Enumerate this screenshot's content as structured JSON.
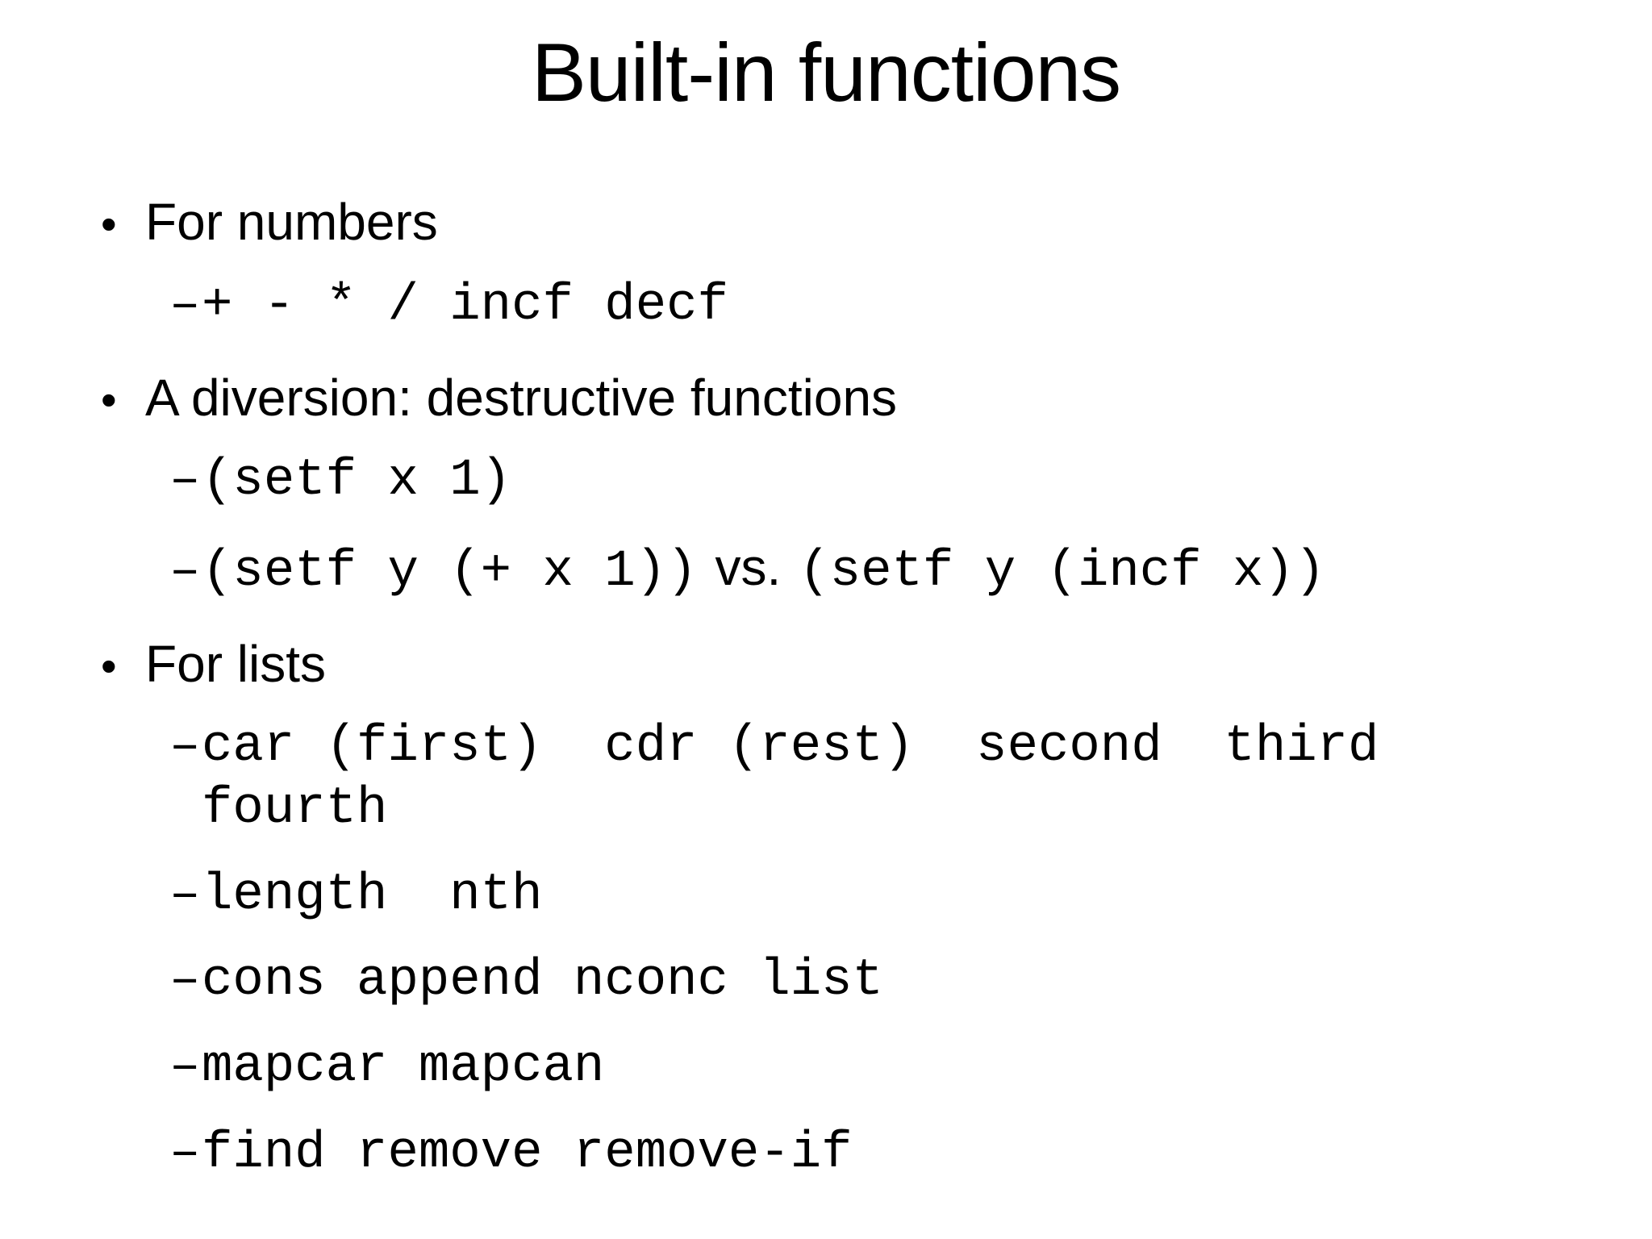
{
  "slide": {
    "title": "Built-in functions",
    "markers": {
      "bullet": "•",
      "dash": "–"
    },
    "sections": {
      "numbers": {
        "label": "For numbers",
        "code": "+ - * / incf decf"
      },
      "diversion": {
        "label": "A diversion: destructive functions",
        "line1": "(setf x 1)",
        "line2_code_a": "(setf y (+ x 1))",
        "line2_vs": "vs.",
        "line2_code_b": "(setf y (incf x))"
      },
      "lists": {
        "label": "For lists",
        "line1": "car (first)  cdr (rest)  second  third\nfourth",
        "line2": "length  nth",
        "line3": "cons append nconc list",
        "line4": "mapcar mapcan",
        "line5": "find remove remove-if"
      }
    }
  }
}
